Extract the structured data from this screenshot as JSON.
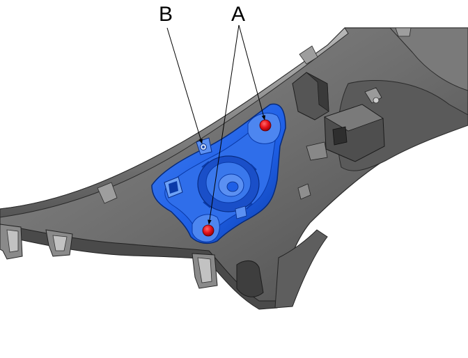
{
  "figure": {
    "callouts": [
      {
        "id": "A",
        "label": "A",
        "targets": 2,
        "marker_color": "#e8141c"
      },
      {
        "id": "B",
        "label": "B",
        "targets": 1
      }
    ],
    "colors": {
      "trim_panel": "#6e6e6e",
      "trim_panel_light": "#9a9a9a",
      "trim_panel_dark": "#3c3c3c",
      "highlighted_part": "#1e5fe6",
      "highlighted_part_light": "#4d86f0",
      "highlighted_part_dark": "#0a3aa8",
      "leader_line": "#000000",
      "background": "#ffffff"
    }
  }
}
